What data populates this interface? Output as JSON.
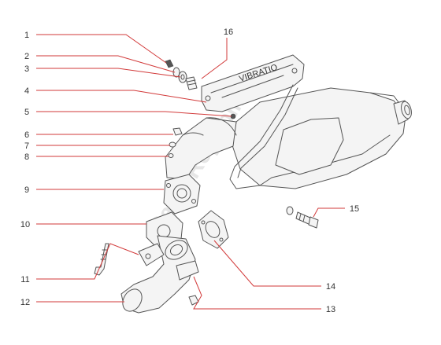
{
  "diagram": {
    "watermark": "Parts Republik",
    "callouts": [
      {
        "id": "1",
        "label": "1"
      },
      {
        "id": "2",
        "label": "2"
      },
      {
        "id": "3",
        "label": "3"
      },
      {
        "id": "4",
        "label": "4"
      },
      {
        "id": "5",
        "label": "5"
      },
      {
        "id": "6",
        "label": "6"
      },
      {
        "id": "7",
        "label": "7"
      },
      {
        "id": "8",
        "label": "8"
      },
      {
        "id": "9",
        "label": "9"
      },
      {
        "id": "10",
        "label": "10"
      },
      {
        "id": "11",
        "label": "11"
      },
      {
        "id": "12",
        "label": "12"
      },
      {
        "id": "13",
        "label": "13"
      },
      {
        "id": "14",
        "label": "14"
      },
      {
        "id": "15",
        "label": "15"
      },
      {
        "id": "16",
        "label": "16"
      }
    ],
    "colors": {
      "leader": "#d23a3a",
      "outline": "#555555"
    }
  }
}
